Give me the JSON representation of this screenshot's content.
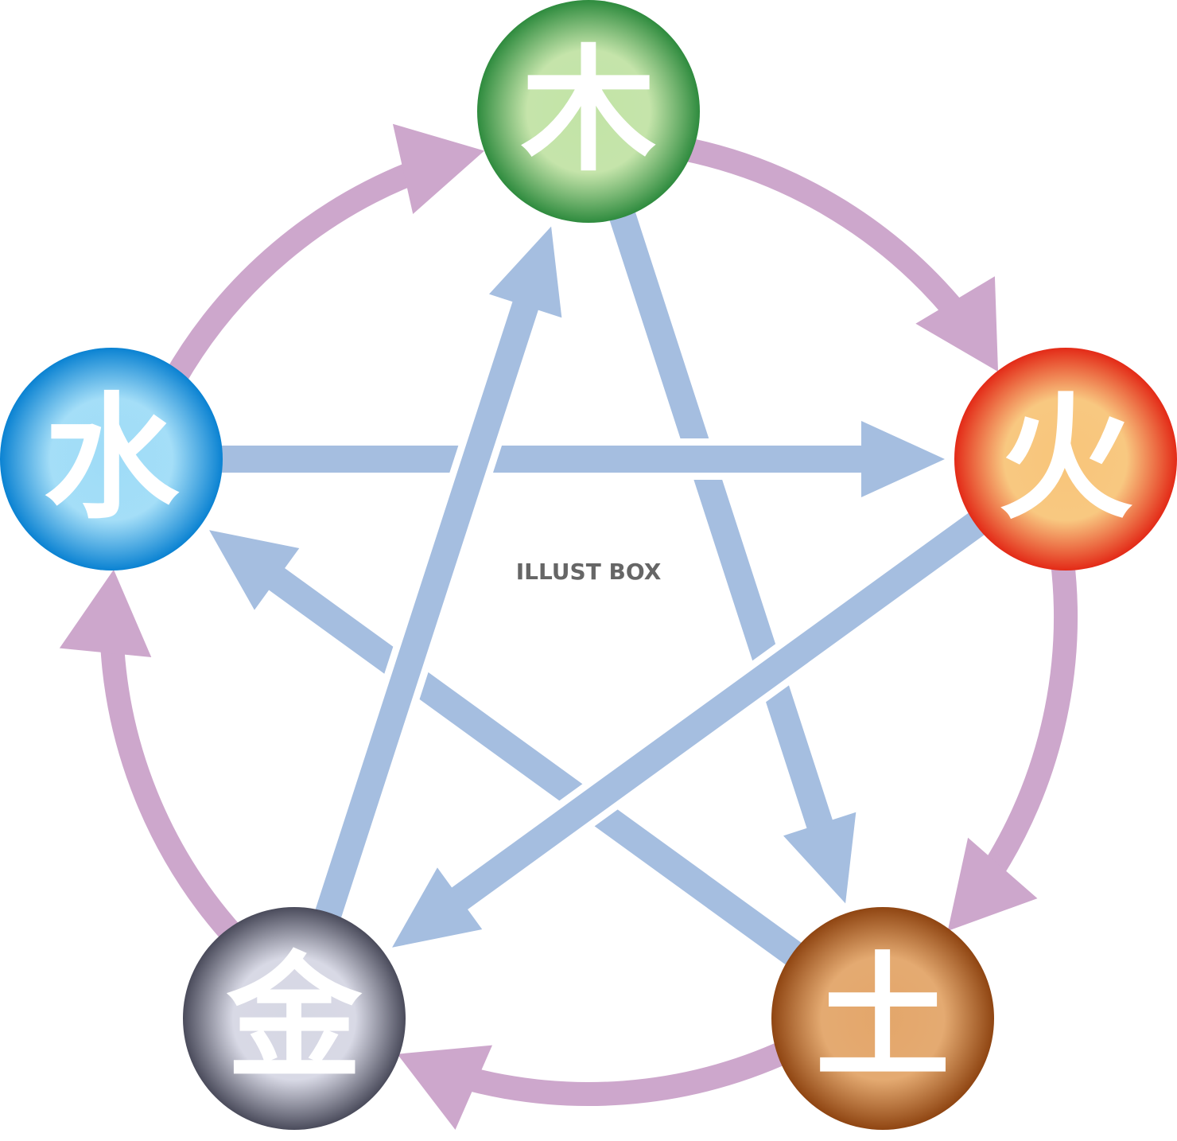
{
  "elements": [
    {
      "id": "wood",
      "char": "木",
      "name": "wood-node",
      "color": "#2E8B3E",
      "light": "#C2E3A6"
    },
    {
      "id": "fire",
      "char": "火",
      "name": "fire-node",
      "color": "#E32A17",
      "light": "#F8C57A"
    },
    {
      "id": "earth",
      "char": "土",
      "name": "earth-node",
      "color": "#8F4512",
      "light": "#E3A66A"
    },
    {
      "id": "metal",
      "char": "金",
      "name": "metal-node",
      "color": "#4A4B5B",
      "light": "#D6D7E4"
    },
    {
      "id": "water",
      "char": "水",
      "name": "water-node",
      "color": "#0A82D2",
      "light": "#9FDCF7"
    }
  ],
  "generating_cycle": {
    "color": "#CDA7CC",
    "arrows": [
      {
        "from": "wood",
        "to": "fire"
      },
      {
        "from": "fire",
        "to": "earth"
      },
      {
        "from": "earth",
        "to": "metal"
      },
      {
        "from": "metal",
        "to": "water"
      },
      {
        "from": "water",
        "to": "wood"
      }
    ]
  },
  "overcoming_cycle": {
    "color": "#A5BEE0",
    "arrows": [
      {
        "from": "wood",
        "to": "earth"
      },
      {
        "from": "earth",
        "to": "water"
      },
      {
        "from": "water",
        "to": "fire"
      },
      {
        "from": "fire",
        "to": "metal"
      },
      {
        "from": "metal",
        "to": "wood"
      }
    ]
  },
  "watermark": "ILLUST BOX"
}
